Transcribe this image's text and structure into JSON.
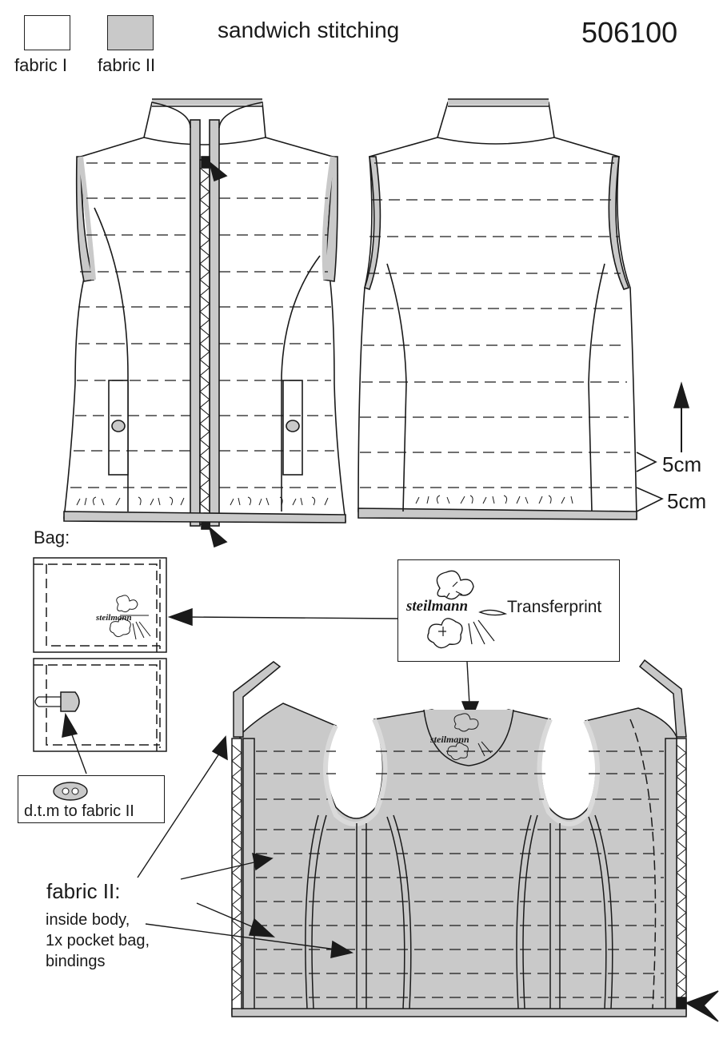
{
  "header": {
    "legend": [
      {
        "label": "fabric I",
        "color": "#ffffff"
      },
      {
        "label": "fabric II",
        "color": "#c9c9c9"
      }
    ],
    "title": "sandwich stitching",
    "style_number": "506100"
  },
  "measurements": {
    "upper": "5cm",
    "lower": "5cm"
  },
  "bag": {
    "title": "Bag:",
    "logo_text": "steilmann"
  },
  "transfer": {
    "logo_text": "steilmann",
    "label": "Transferprint"
  },
  "detail": {
    "label": "d.t.m to fabric II"
  },
  "inside_note": {
    "title": "fabric II:",
    "lines": [
      "inside body,",
      "1x pocket bag,",
      "bindings"
    ]
  },
  "inside_logo_text": "steilmann",
  "colors": {
    "fabric_i": "#ffffff",
    "fabric_ii": "#c9c9c9",
    "outline": "#1a1a1a"
  }
}
